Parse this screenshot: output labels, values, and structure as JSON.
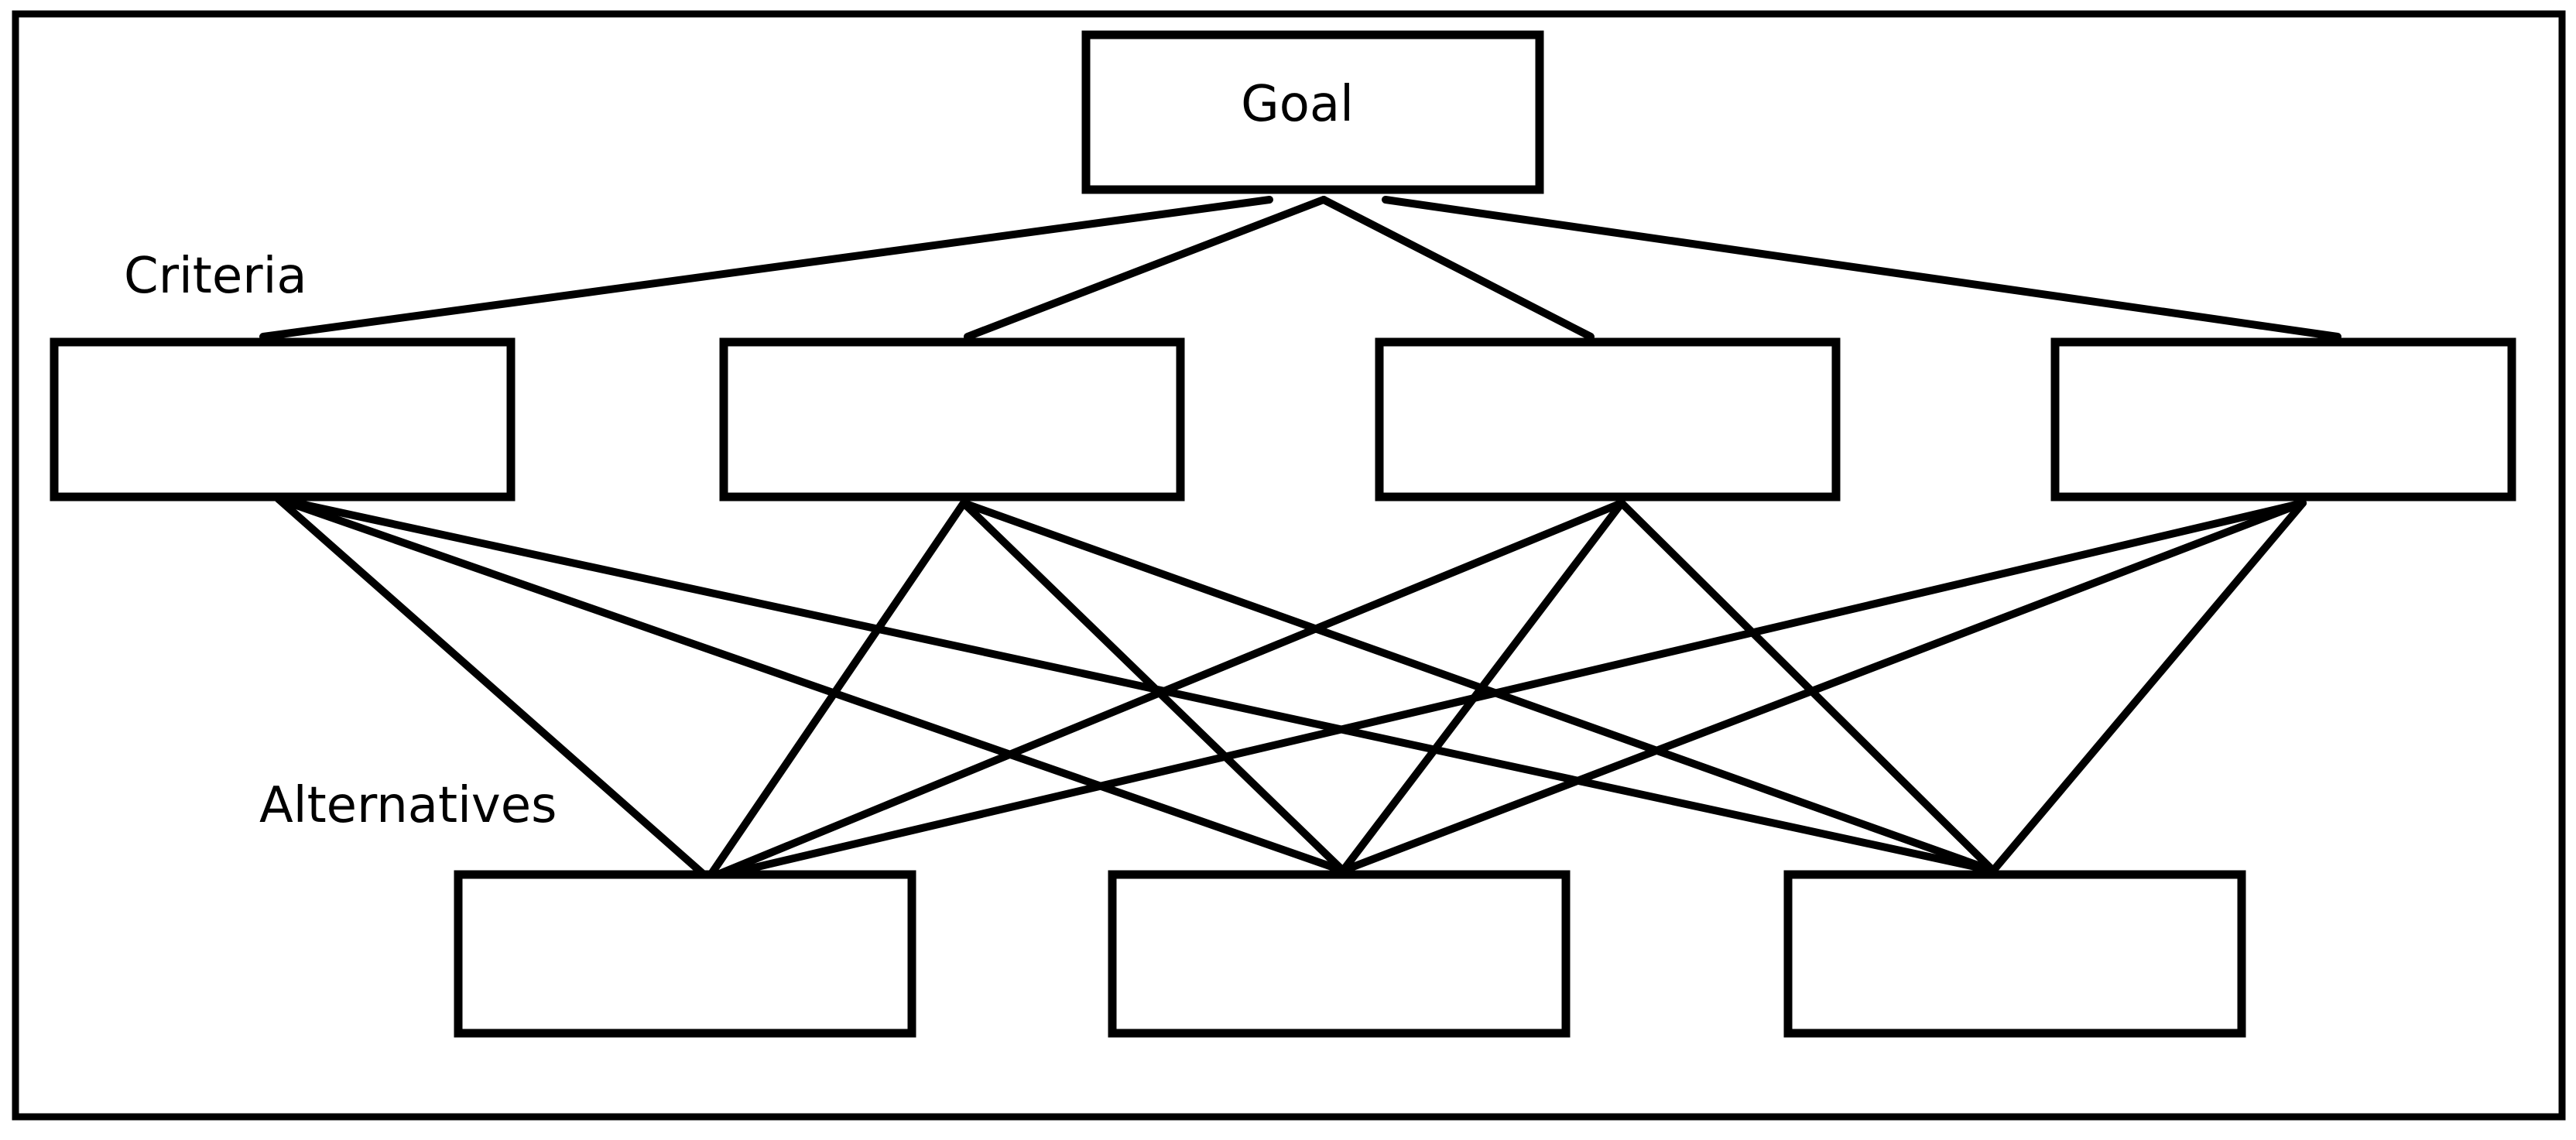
{
  "diagram": {
    "goal": {
      "label": "Goal"
    },
    "criteria_label": "Criteria",
    "alternatives_label": "Alternatives",
    "criteria": [
      {
        "label": ""
      },
      {
        "label": ""
      },
      {
        "label": ""
      },
      {
        "label": ""
      }
    ],
    "alternatives": [
      {
        "label": ""
      },
      {
        "label": ""
      },
      {
        "label": ""
      }
    ],
    "connections": {
      "goal_to_each_criterion": true,
      "each_criterion_to_each_alternative": true
    }
  }
}
